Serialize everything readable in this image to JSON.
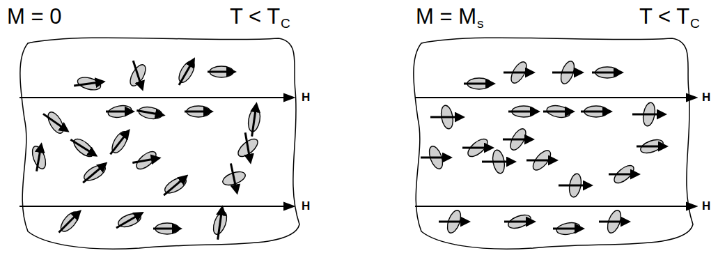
{
  "diagram": {
    "labels": [
      "M = 0",
      "T < T",
      "C",
      "M = M",
      "s",
      "T < T",
      "C",
      "H",
      "H",
      "H",
      "H"
    ]
  }
}
